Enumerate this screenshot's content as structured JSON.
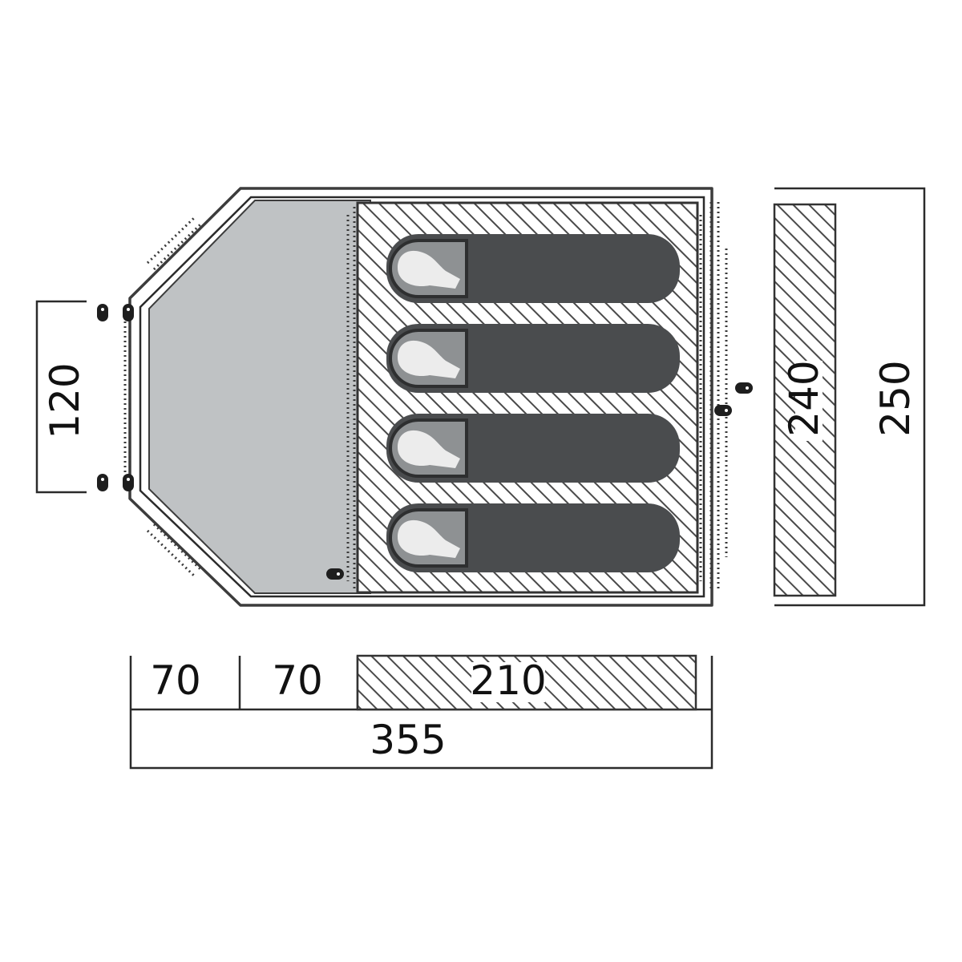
{
  "colors": {
    "vestibule_fill": "#bfc2c4",
    "sleeping_bag": "#4a4c4e",
    "sleeping_bag_hood": "#8e9193",
    "outline": "#3c3c3c",
    "hatch": "#4a4a4a",
    "text": "#111111"
  },
  "dimensions": {
    "door_width": "120",
    "inner_width": "240",
    "total_width": "250",
    "vestibule_depth_front": "70",
    "vestibule_depth_back": "70",
    "inner_length": "210",
    "total_length": "355"
  },
  "sleeping_bags": [
    {
      "id": "bag-1"
    },
    {
      "id": "bag-2"
    },
    {
      "id": "bag-3"
    },
    {
      "id": "bag-4"
    }
  ],
  "icons": {
    "zipper_puller": "zipper-puller-icon",
    "person": "person-icon"
  }
}
